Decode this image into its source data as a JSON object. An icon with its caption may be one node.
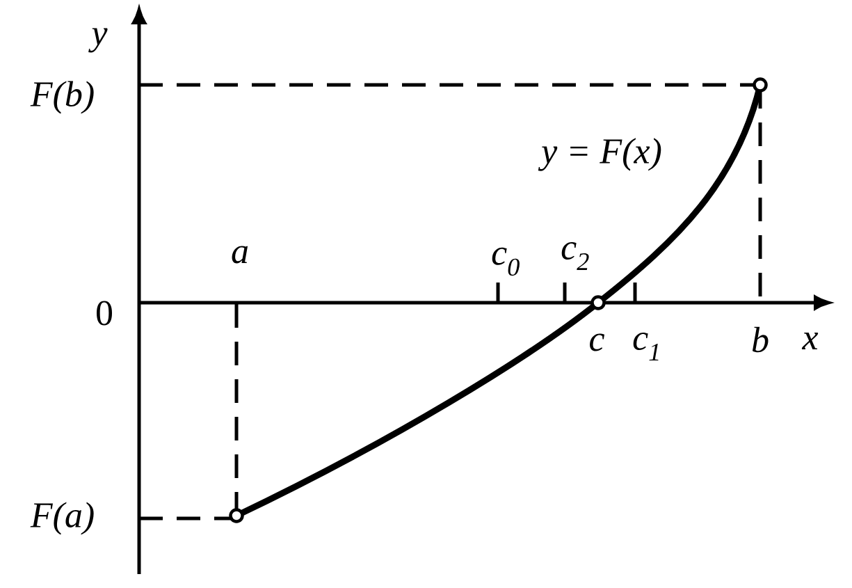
{
  "diagram": {
    "labels": [
      "y",
      "F(b)",
      "y = F(x)",
      "a",
      "c$_{0}$",
      "c$_{2}$",
      "0",
      "c",
      "c$_{1}$",
      "b",
      "x",
      "F(a)"
    ]
  }
}
